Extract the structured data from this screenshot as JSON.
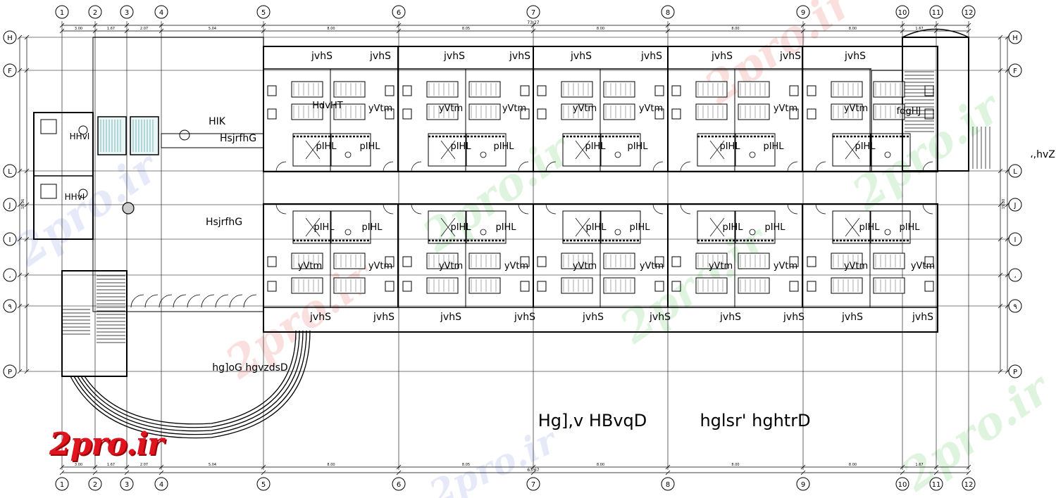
{
  "grid": {
    "column_labels": [
      "1",
      "2",
      "3",
      "4",
      "5",
      "6",
      "7",
      "8",
      "9",
      "10",
      "11",
      "12"
    ],
    "row_labels": [
      "H",
      "F",
      "L",
      "J",
      "I",
      "،",
      "٩",
      "P"
    ]
  },
  "rooms": {
    "top_corridor": [
      "jvhS",
      "jvhS",
      "jvhS",
      "jvhS",
      "jvhS",
      "jvhS",
      "jvhS",
      "jvhS",
      "jvhS"
    ],
    "bottom_corridor": [
      "jvhS",
      "jvhS",
      "jvhS",
      "jvhS",
      "jvhS",
      "jvhS",
      "jvhS",
      "jvhS",
      "jvhS",
      "jvhS"
    ],
    "bathroom": "pIHL",
    "bedroom": "yVtm",
    "bedroom_left": "HdvHT",
    "toilet_left": "HHvI",
    "stair_right": "fdgHJ",
    "lobby_top": "HIK",
    "hall": "HsjrfhG",
    "hall_lower": "HsjrfhG",
    "entrance": "hg]oG hgvzdsD",
    "exit_right": "،,hvZ"
  },
  "plan_title": {
    "part1": "Hg],v HBvqD",
    "part2": "hglsr' hghtrD"
  },
  "dimensions": {
    "top_total": "73.27",
    "bottom_total": "63.67",
    "spans": [
      "3.00",
      "1.67",
      "2.07",
      "5.04",
      "8.00",
      "8.05",
      "8.00",
      "8.00",
      "8.00",
      "1.67"
    ],
    "left_total": "18.96",
    "right_total": "19.80"
  },
  "watermark": {
    "brand": "2pro.ir"
  },
  "colors": {
    "lines": "#000000",
    "brand": "#e0141e",
    "watermark_green": "#b8e6b8",
    "watermark_red": "#f4b8b8",
    "watermark_blue": "#c8d0f0"
  }
}
